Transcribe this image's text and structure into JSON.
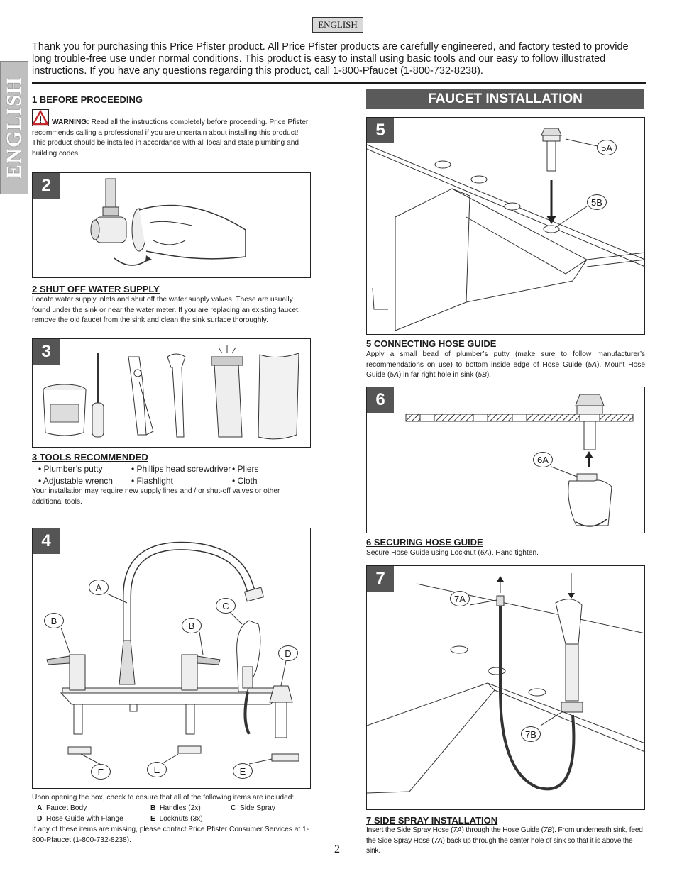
{
  "language_tab": "ENGLISH",
  "side_tab": "ENGLISH",
  "intro": "Thank you for purchasing this Price Pfister product.  All Price Pfister products are carefully engineered, and factory tested to provide long trouble-free use under normal conditions.  This product is easy to install using basic tools and our easy to follow illustrated instructions.  If you have any questions regarding this product, call 1-800-Pfaucet (1-800-732-8238).",
  "step1": {
    "heading": "1  BEFORE PROCEEDING",
    "warning_label": "WARNING:",
    "warning_text": " Read all the instructions completely before proceeding. Price Pfister recommends calling a professional if you are uncertain about installing this product! This product should be installed in accordance with all local and state plumbing and building codes."
  },
  "step2": {
    "badge": "2",
    "heading": "2  SHUT OFF WATER SUPPLY",
    "text": "Locate water supply inlets and shut off the water supply valves.  These are usually found under the sink or near the water meter.  If you are replacing an existing faucet, remove the old faucet from the sink and clean the sink surface thoroughly."
  },
  "step3": {
    "badge": "3",
    "heading": "3  TOOLS RECOMMENDED",
    "tools": [
      "• Plumber’s putty",
      "• Phillips head screwdriver",
      "• Pliers",
      "• Adjustable wrench",
      "• Flashlight",
      "• Cloth"
    ],
    "note": "Your installation may require new supply lines and / or shut-off valves or other additional tools."
  },
  "step4": {
    "badge": "4",
    "labels": {
      "a": "A",
      "b1": "B",
      "b2": "B",
      "c": "C",
      "d": "D",
      "e1": "E",
      "e2": "E",
      "e3": "E"
    },
    "check_text": "Upon opening the box, check to ensure that all of the following items are included:",
    "items": {
      "a_letter": "A",
      "a_text": "Faucet Body",
      "b_letter": "B",
      "b_text": "Handles (2x)",
      "c_letter": "C",
      "c_text": "Side Spray",
      "d_letter": "D",
      "d_text": "Hose Guide with Flange",
      "e_letter": "E",
      "e_text": "Locknuts (3x)"
    },
    "missing_text": "If any of these items are missing, please contact Price Pfister Consumer Services at 1-800-Pfaucet (1-800-732-8238)."
  },
  "faucet_installation_title": "FAUCET INSTALLATION",
  "step5": {
    "badge": "5",
    "callouts": {
      "a": "5A",
      "b": "5B"
    },
    "heading": "5  CONNECTING HOSE GUIDE",
    "text_1": "Apply a small bead of plumber’s putty (make sure to follow manufacturer’s recommendations on use) to bottom inside edge of Hose Guide (",
    "ref_a": "5A",
    "text_2": ").  Mount Hose Guide (",
    "text_3": ") in far right hole in sink (",
    "ref_b": "5B",
    "text_4": ")."
  },
  "step6": {
    "badge": "6",
    "callout": "6A",
    "heading": "6  SECURING HOSE GUIDE",
    "text_1": "Secure Hose Guide using Locknut (",
    "ref": "6A",
    "text_2": "). Hand tighten."
  },
  "step7": {
    "badge": "7",
    "callouts": {
      "a": "7A",
      "b": "7B"
    },
    "heading": "7  SIDE SPRAY INSTALLATION",
    "text_1": "Insert the Side Spray Hose (",
    "ref_a": "7A",
    "text_2": ") through the Hose Guide (",
    "ref_b": "7B",
    "text_3": ").  From underneath sink, feed the Side Spray Hose (",
    "text_4": ") back up through the center hole of sink so that it is above the sink."
  },
  "page_number": "2"
}
